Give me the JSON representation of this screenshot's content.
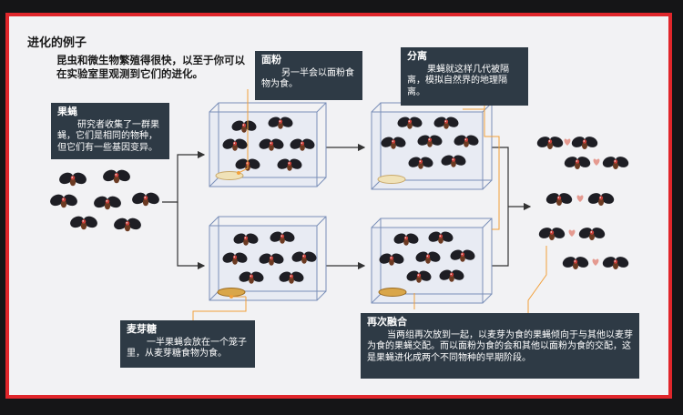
{
  "title": "进化的例子",
  "intro": "昆虫和微生物繁殖得很快，以至于你可以在实验室里观测到它们的进化。",
  "callouts": {
    "fruitfly": {
      "heading": "果蝇",
      "body": "研究者收集了一群果蝇，它们是相同的物种，但它们有一些基因变异。"
    },
    "flour": {
      "heading": "面粉",
      "body": "另一半会以面粉食物为食。"
    },
    "separation": {
      "heading": "分离",
      "body": "果蝇就这样几代被隔离，模拟自然界的地理隔离。"
    },
    "maltose": {
      "heading": "麦芽糖",
      "body": "一半果蝇会放在一个笼子里，从麦芽糖食物为食。"
    },
    "reunion": {
      "heading": "再次融合",
      "body": "当两组再次放到一起，以麦芽为食的果蝇倾向于与其他以麦芽为食的果蝇交配。而以面粉为食的会和其他以面粉为食的交配，这是果蝇进化成两个不同物种的早期阶段。"
    }
  },
  "colors": {
    "frame_border": "#e0262b",
    "callout_bg": "#2e3a45",
    "leader_line": "#f2a03a",
    "flour_dish": "#f0e2b8",
    "maltose_dish": "#d9a64a",
    "heart": "#e59a90"
  }
}
